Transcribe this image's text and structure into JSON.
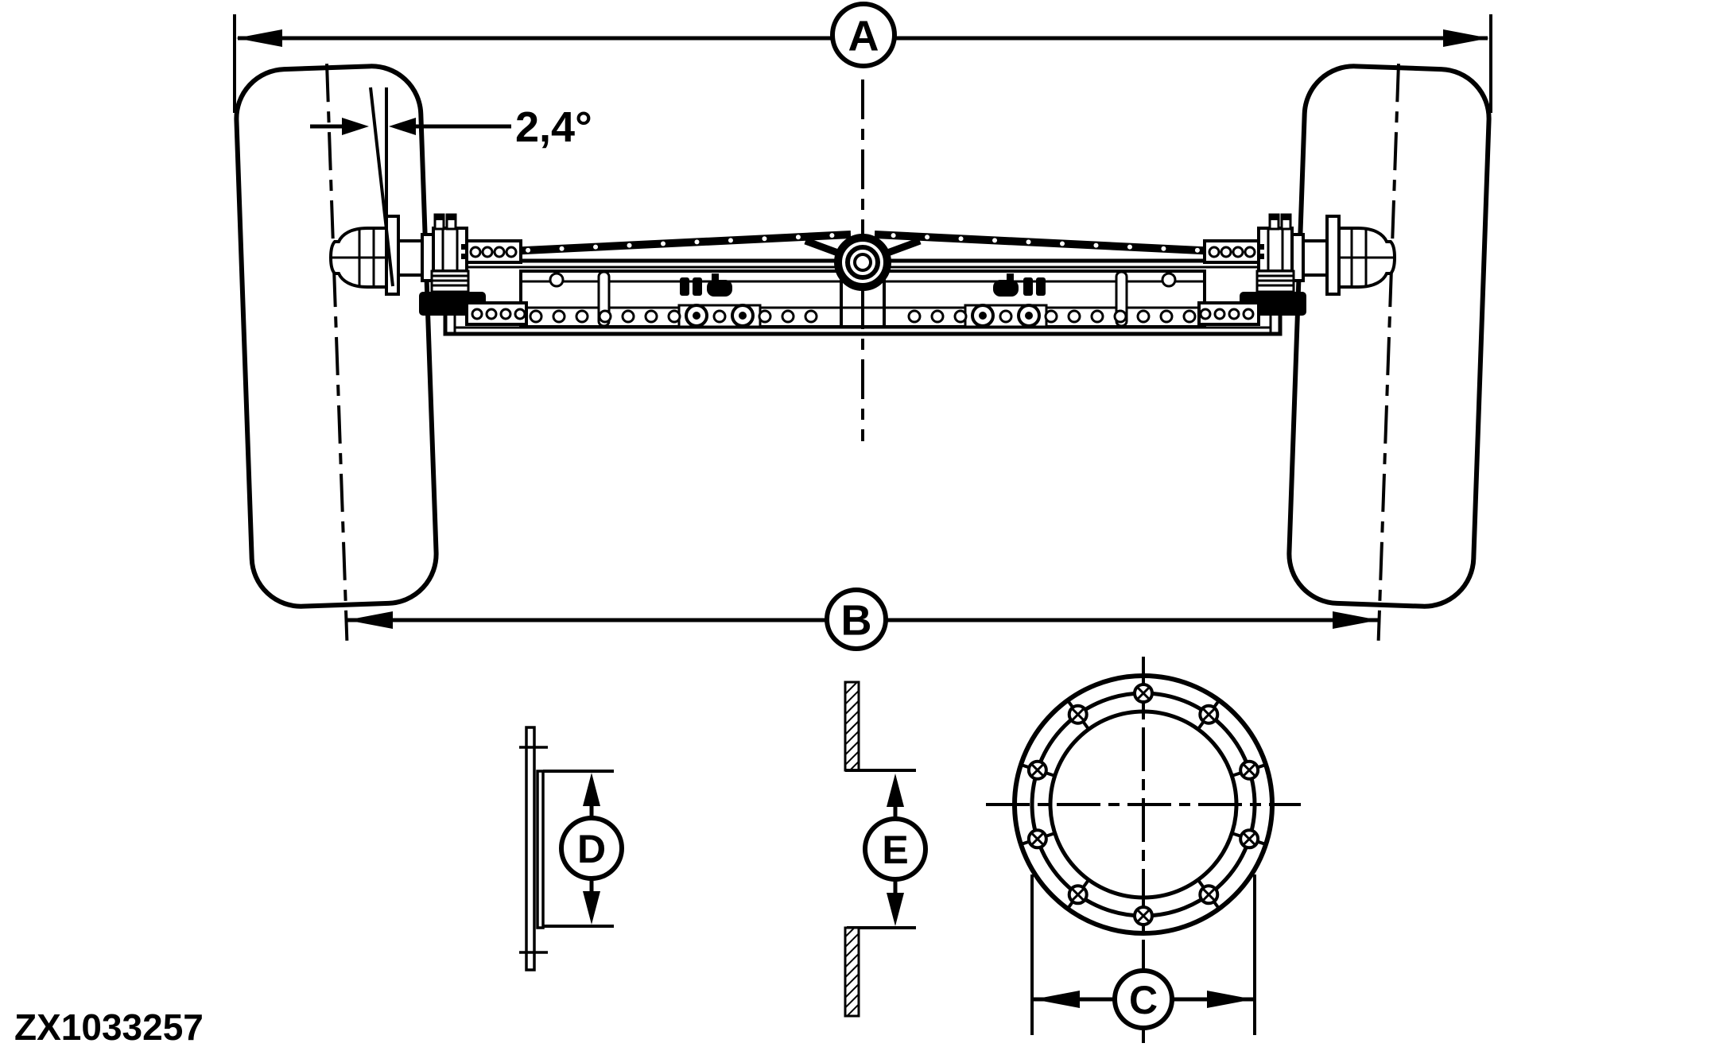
{
  "page": {
    "background_color": "#ffffff",
    "line_color": "#000000",
    "type": "technical-line-drawing"
  },
  "callouts": {
    "a": "A",
    "b": "B",
    "c": "C",
    "d": "D",
    "e": "E"
  },
  "annotations": {
    "camber_angle": "2,4°",
    "figure_code": "ZX1033257"
  }
}
